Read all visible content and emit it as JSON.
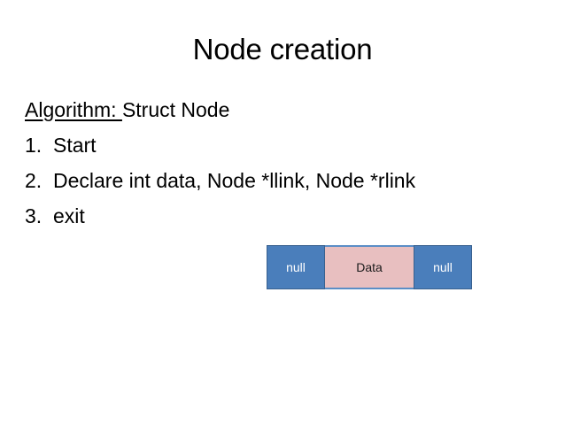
{
  "slide": {
    "title": "Node creation",
    "algorithm": {
      "label": "Algorithm: ",
      "name": "Struct Node",
      "steps": [
        {
          "number": "1.",
          "text": "Start"
        },
        {
          "number": "2.",
          "text": "Declare int data, Node *llink, Node *rlink"
        },
        {
          "number": "3.",
          "text": "exit"
        }
      ]
    },
    "node_diagram": {
      "cells": [
        {
          "key": "llink",
          "label": "null",
          "color": "#4a7ebb",
          "text_color": "#ffffff"
        },
        {
          "key": "data",
          "label": "Data",
          "color": "#e8bfc0",
          "text_color": "#1a1a1a"
        },
        {
          "key": "rlink",
          "label": "null",
          "color": "#4a7ebb",
          "text_color": "#ffffff"
        }
      ],
      "border_color": "#5b8ec6"
    },
    "background_color": "#ffffff"
  }
}
